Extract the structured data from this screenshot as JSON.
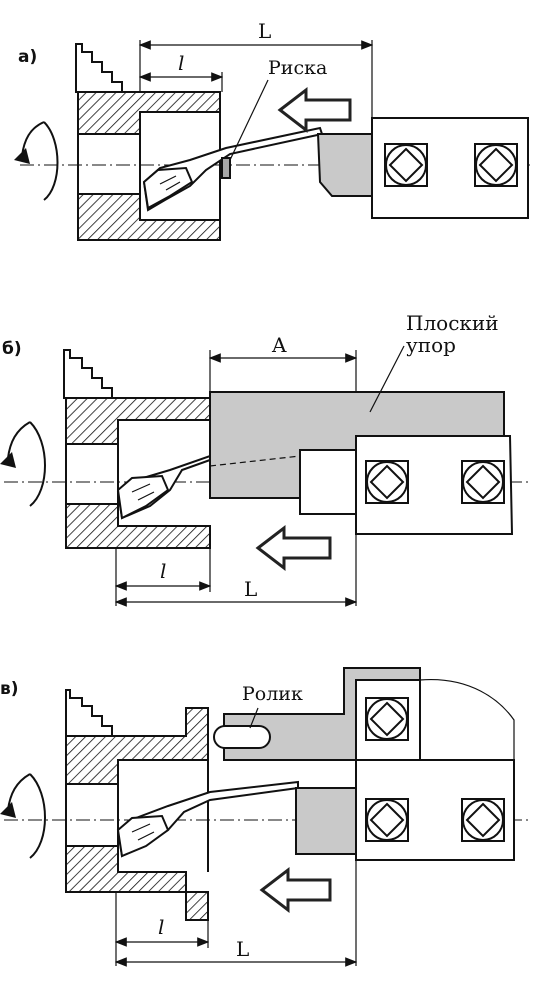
{
  "panels": [
    {
      "tag": "а)",
      "labels": {
        "L": "L",
        "l": "l",
        "note": "Риска"
      }
    },
    {
      "tag": "б)",
      "labels": {
        "L": "L",
        "l": "l",
        "A": "A",
        "note_line1": "Плоский",
        "note_line2": "упор"
      }
    },
    {
      "tag": "в)",
      "labels": {
        "L": "L",
        "l": "l",
        "note": "Ролик"
      }
    }
  ],
  "colors": {
    "ink": "#111111",
    "shade": "#c9c9c9",
    "paper": "#ffffff"
  }
}
